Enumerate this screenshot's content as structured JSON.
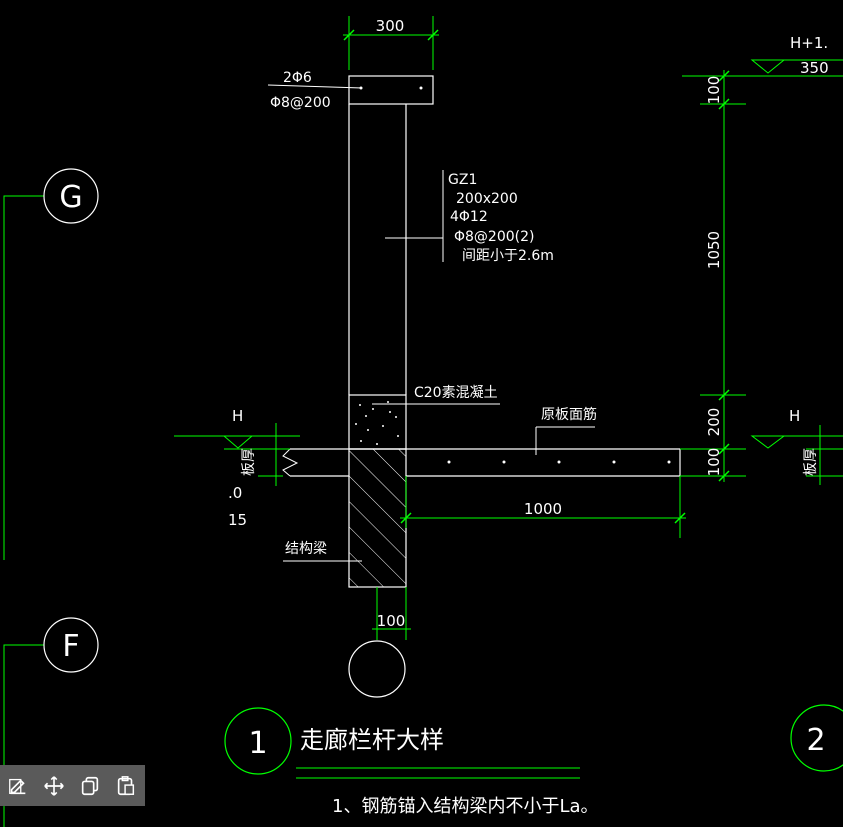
{
  "drawing": {
    "dim_width_top": "300",
    "elev_top": "H+1.",
    "elev_top_val": "350",
    "rebar_top": "2Φ6",
    "stirrup_top": "Φ8@200",
    "gz_name": "GZ1",
    "gz_size": "200x200",
    "gz_main": "4Φ12",
    "gz_stirrup": "Φ8@200(2)",
    "gz_spacing": "间距小于2.6m",
    "dim_100_top": "100",
    "dim_1050": "1050",
    "dim_200": "200",
    "dim_100_slab": "100",
    "concrete_label": "C20素混凝土",
    "slab_rebar_label": "原板面筋",
    "elev_h_left": "H",
    "elev_h_right": "H",
    "slab_thk_left": "板厚",
    "slab_thk_right": "板厚",
    "left_frag_1": ".0",
    "left_frag_2": "15",
    "dim_1000": "1000",
    "beam_label": "结构梁",
    "dim_100_bottom": "100",
    "axis_g": "G",
    "axis_f": "F",
    "detail_num_1": "1",
    "detail_title": "走廊栏杆大样",
    "detail_num_2": "2",
    "note_1": "1、钢筋锚入结构梁内不小于La。"
  },
  "toolbar": {
    "icons": [
      "edit-icon",
      "move-icon",
      "copy-icon",
      "paste-icon"
    ]
  },
  "colors": {
    "background": "#000000",
    "line_white": "#ffffff",
    "line_green": "#00ff00",
    "toolbar_bg": "#5a5a5a"
  }
}
